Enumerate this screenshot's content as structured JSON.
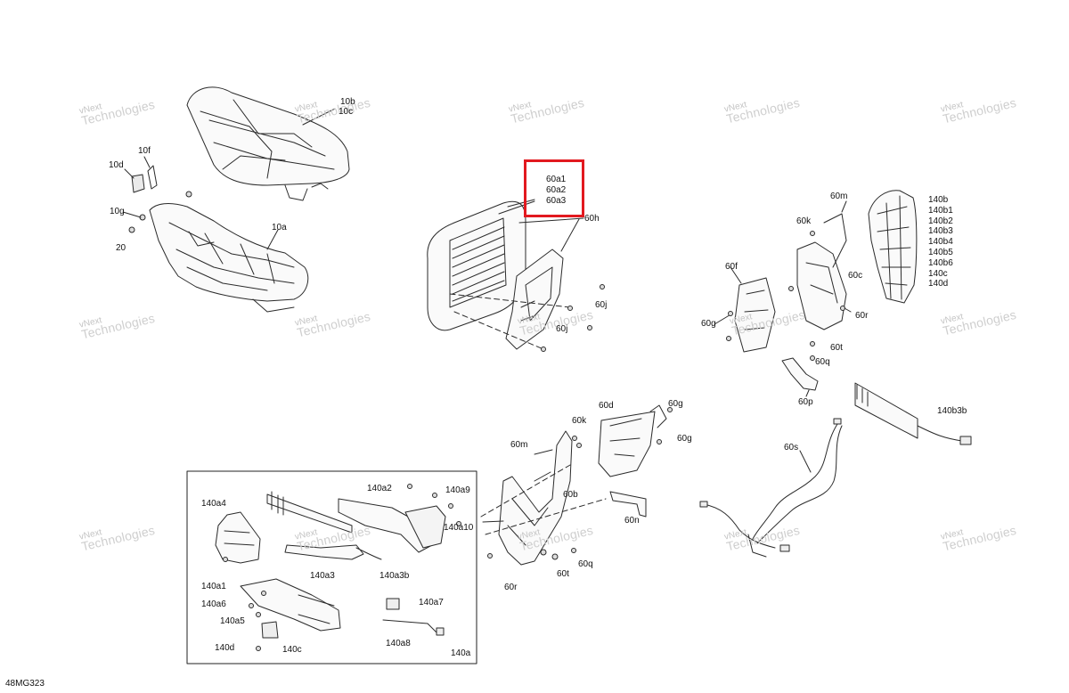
{
  "figure_id": "48MG323",
  "watermark": {
    "line1": "vNext",
    "line2": "Technologies"
  },
  "highlight_color": "#e2191f",
  "highlighted_labels": [
    "60a1",
    "60a2",
    "60a3"
  ],
  "callouts": {
    "c10b": "10b",
    "c10c": "10c",
    "c10f": "10f",
    "c10d": "10d",
    "c10g": "10g",
    "c20": "20",
    "c10a": "10a",
    "c60h": "60h",
    "c60j_1": "60j",
    "c60j_2": "60j",
    "c60m_1": "60m",
    "c60k_1": "60k",
    "c60f": "60f",
    "c60c": "60c",
    "c60g_1": "60g",
    "c60r_1": "60r",
    "c60t_1": "60t",
    "c60q_1": "60q",
    "c60p": "60p",
    "c60d": "60d",
    "c60g_2": "60g",
    "c60g_3": "60g",
    "c60k_2": "60k",
    "c60m_2": "60m",
    "c60b": "60b",
    "c60n": "60n",
    "c60t_2": "60t",
    "c60q_2": "60q",
    "c60r_2": "60r",
    "c60s": "60s",
    "c140b3b": "140b3b",
    "c140a4": "140a4",
    "c140a2": "140a2",
    "c140a9": "140a9",
    "c140a10": "140a10",
    "c140a3": "140a3",
    "c140a3b": "140a3b",
    "c140a1": "140a1",
    "c140a6": "140a6",
    "c140a5": "140a5",
    "c140d": "140d",
    "c140c": "140c",
    "c140a7": "140a7",
    "c140a8": "140a8",
    "c140a": "140a"
  },
  "stack_140b": [
    "140b",
    "140b1",
    "140b2",
    "140b3",
    "140b4",
    "140b5",
    "140b6",
    "140c",
    "140d"
  ]
}
